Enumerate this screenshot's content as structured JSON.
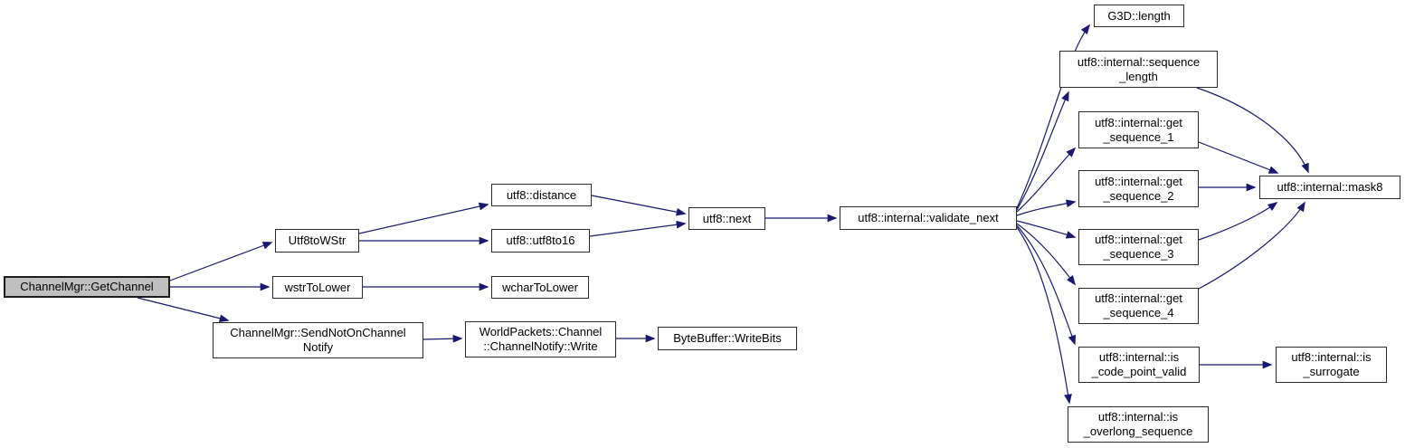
{
  "diagram": {
    "kind": "call-graph",
    "edge_color": "#191970",
    "node_border_color": "#2b2b2b",
    "selected_node_fill": "#bfbfbf",
    "nodes": {
      "get_channel": {
        "label": "ChannelMgr::GetChannel",
        "selected": true
      },
      "utf8towstr": {
        "label": "Utf8toWStr"
      },
      "wstrtolower": {
        "label": "wstrToLower"
      },
      "send_not_on_channel": {
        "label": "ChannelMgr::SendNotOnChannel\nNotify"
      },
      "distance": {
        "label": "utf8::distance"
      },
      "utf8to16": {
        "label": "utf8::utf8to16"
      },
      "wchartolower": {
        "label": "wcharToLower"
      },
      "channel_notify_write": {
        "label": "WorldPackets::Channel\n::ChannelNotify::Write"
      },
      "next": {
        "label": "utf8::next"
      },
      "writebits": {
        "label": "ByteBuffer::WriteBits"
      },
      "validate_next": {
        "label": "utf8::internal::validate_next"
      },
      "g3d_length": {
        "label": "G3D::length"
      },
      "sequence_length": {
        "label": "utf8::internal::sequence\n_length"
      },
      "get_sequence_1": {
        "label": "utf8::internal::get\n_sequence_1"
      },
      "get_sequence_2": {
        "label": "utf8::internal::get\n_sequence_2"
      },
      "get_sequence_3": {
        "label": "utf8::internal::get\n_sequence_3"
      },
      "get_sequence_4": {
        "label": "utf8::internal::get\n_sequence_4"
      },
      "is_code_point_valid": {
        "label": "utf8::internal::is\n_code_point_valid"
      },
      "is_overlong_sequence": {
        "label": "utf8::internal::is\n_overlong_sequence"
      },
      "mask8": {
        "label": "utf8::internal::mask8"
      },
      "is_surrogate": {
        "label": "utf8::internal::is\n_surrogate"
      }
    },
    "edges": [
      {
        "from": "get_channel",
        "to": "utf8towstr"
      },
      {
        "from": "get_channel",
        "to": "wstrtolower"
      },
      {
        "from": "get_channel",
        "to": "send_not_on_channel"
      },
      {
        "from": "utf8towstr",
        "to": "distance"
      },
      {
        "from": "utf8towstr",
        "to": "utf8to16"
      },
      {
        "from": "wstrtolower",
        "to": "wchartolower"
      },
      {
        "from": "send_not_on_channel",
        "to": "channel_notify_write"
      },
      {
        "from": "distance",
        "to": "next"
      },
      {
        "from": "utf8to16",
        "to": "next"
      },
      {
        "from": "channel_notify_write",
        "to": "writebits"
      },
      {
        "from": "next",
        "to": "validate_next"
      },
      {
        "from": "validate_next",
        "to": "g3d_length"
      },
      {
        "from": "validate_next",
        "to": "sequence_length"
      },
      {
        "from": "validate_next",
        "to": "get_sequence_1"
      },
      {
        "from": "validate_next",
        "to": "get_sequence_2"
      },
      {
        "from": "validate_next",
        "to": "get_sequence_3"
      },
      {
        "from": "validate_next",
        "to": "get_sequence_4"
      },
      {
        "from": "validate_next",
        "to": "is_code_point_valid"
      },
      {
        "from": "validate_next",
        "to": "is_overlong_sequence"
      },
      {
        "from": "sequence_length",
        "to": "mask8"
      },
      {
        "from": "get_sequence_1",
        "to": "mask8"
      },
      {
        "from": "get_sequence_2",
        "to": "mask8"
      },
      {
        "from": "get_sequence_3",
        "to": "mask8"
      },
      {
        "from": "get_sequence_4",
        "to": "mask8"
      },
      {
        "from": "is_code_point_valid",
        "to": "is_surrogate"
      }
    ]
  }
}
